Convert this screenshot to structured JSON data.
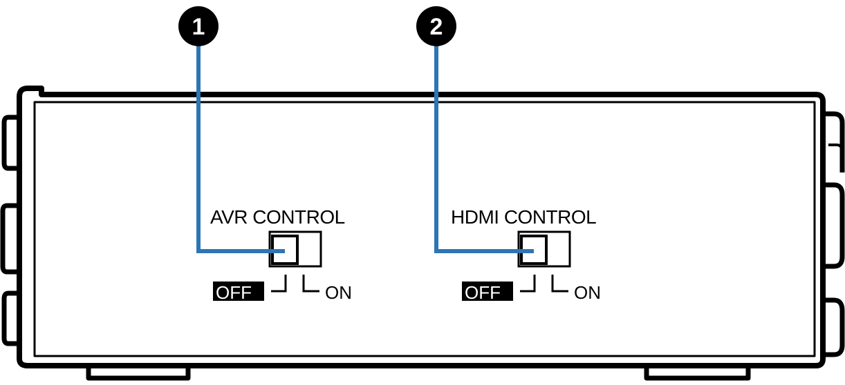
{
  "diagram": {
    "callouts": [
      {
        "number": "1",
        "label": "AVR CONTROL",
        "off_label": "OFF",
        "on_label": "ON"
      },
      {
        "number": "2",
        "label": "HDMI CONTROL",
        "off_label": "OFF",
        "on_label": "ON"
      }
    ],
    "colors": {
      "leader_line": "#2e75b6",
      "outline": "#000000",
      "badge": "#000000",
      "background": "#ffffff"
    }
  }
}
